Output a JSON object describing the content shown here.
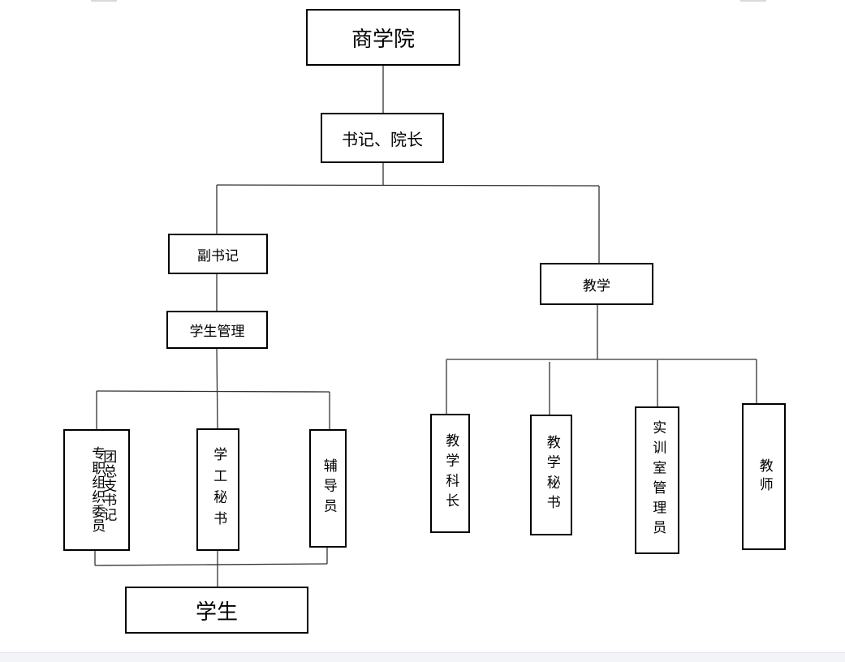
{
  "nodes": {
    "root": "商学院",
    "leader": "书记、院长",
    "deputy_secretary": "副书记",
    "student_management": "学生管理",
    "zhuanzhi": "专职组织委员",
    "tuanzong": "团总支书记",
    "xuegong": "学工秘书",
    "fudaoyuan": "辅导员",
    "students": "学生",
    "teaching": "教学",
    "teaching_chief": "教学科长",
    "teaching_secretary": "教学秘书",
    "lab_manager": "实训室管理员",
    "teachers": "教师"
  }
}
